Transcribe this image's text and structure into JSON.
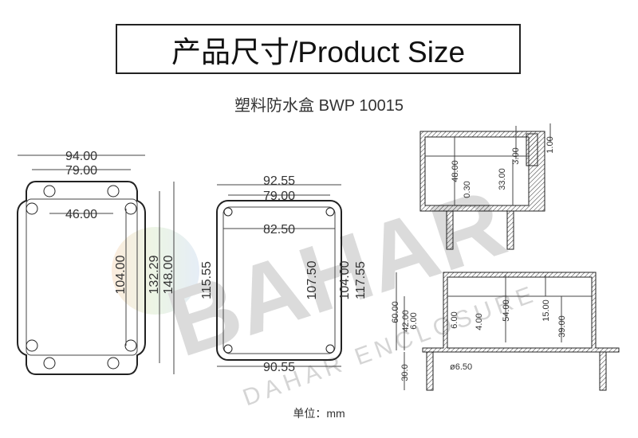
{
  "title": "产品尺寸/Product Size",
  "subtitle": "塑料防水盒 BWP 10015",
  "unit_label": "单位：mm",
  "watermark": {
    "logo": "BAHAR",
    "text": "DAHAR ENCLOSURE"
  },
  "front_view": {
    "dims": [
      "94.00",
      "79.00",
      "46.00",
      "104.00",
      "132.29",
      "148.00"
    ]
  },
  "open_view": {
    "dims": [
      "92.55",
      "79.00",
      "82.50",
      "107.50",
      "115.55",
      "104.00",
      "117.55",
      "90.55"
    ]
  },
  "lid_section": {
    "dims": [
      "48.00",
      "3.00",
      "33.00",
      "0.30",
      "1.00"
    ]
  },
  "base_section": {
    "dims": [
      "60.00",
      "42.00",
      "6.00",
      "6.00",
      "4.00",
      "54.00",
      "15.00",
      "39.00",
      "30.0",
      "ø6.50"
    ]
  }
}
